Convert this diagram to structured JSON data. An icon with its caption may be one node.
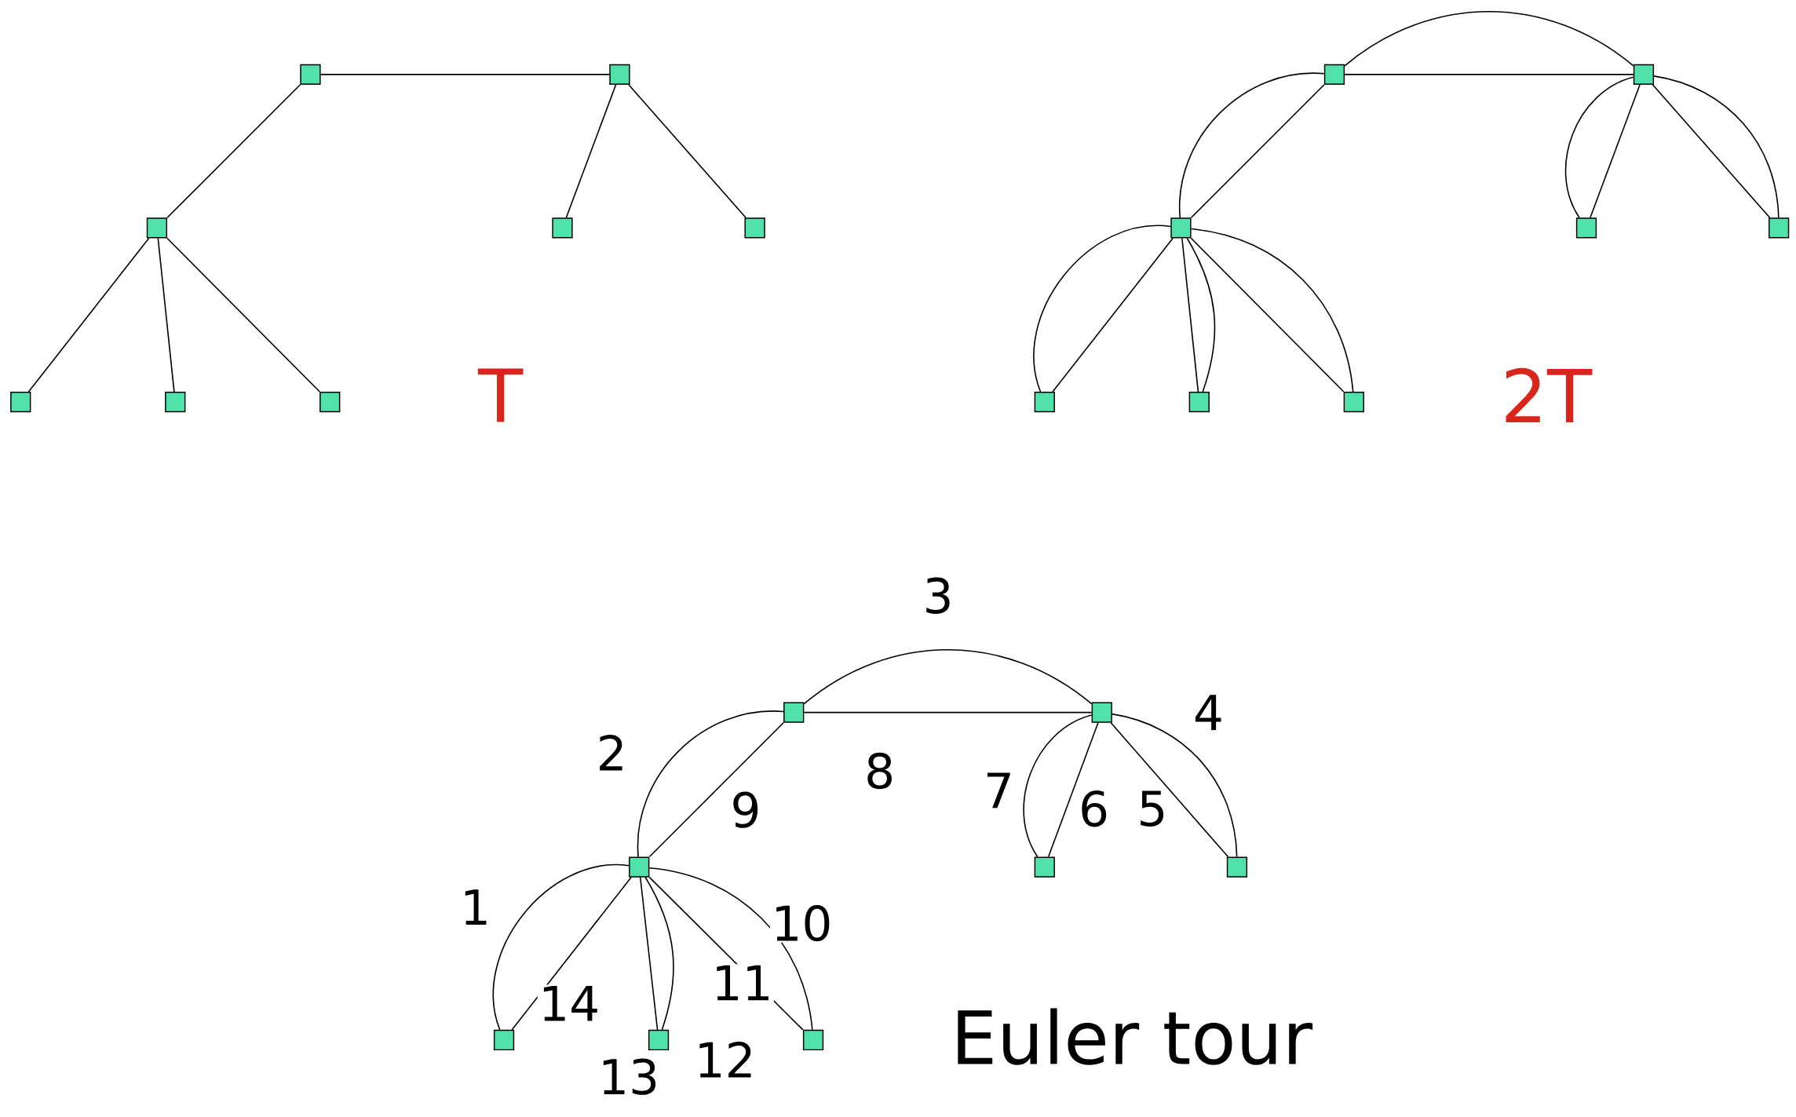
{
  "diagram": {
    "nodes": [
      {
        "text": [],
        "shape": "box"
      },
      {
        "text": [],
        "shape": "box"
      },
      {
        "text": [],
        "shape": "box"
      },
      {
        "text": [],
        "shape": "box"
      },
      {
        "text": [],
        "shape": "box"
      },
      {
        "text": [],
        "shape": "box"
      },
      {
        "text": [],
        "shape": "box"
      },
      {
        "text": [],
        "shape": "box"
      },
      {
        "text": [],
        "shape": "box"
      },
      {
        "text": [],
        "shape": "box"
      },
      {
        "text": [],
        "shape": "box"
      },
      {
        "text": [],
        "shape": "box"
      },
      {
        "text": [],
        "shape": "box"
      },
      {
        "text": [],
        "shape": "box"
      },
      {
        "text": [],
        "shape": "box"
      },
      {
        "text": [],
        "shape": "box"
      },
      {
        "text": [],
        "shape": "box"
      },
      {
        "text": [],
        "shape": "box"
      },
      {
        "text": [],
        "shape": "box"
      },
      {
        "text": [],
        "shape": "box"
      },
      {
        "text": [],
        "shape": "box"
      },
      {
        "text": [],
        "shape": "box"
      },
      {
        "text": [],
        "shape": "box"
      },
      {
        "text": [],
        "shape": "box"
      }
    ],
    "edges": [
      {
        "from": 0,
        "to": 1,
        "arrow": "none"
      },
      {
        "from": 0,
        "to": 2,
        "arrow": "none"
      },
      {
        "from": 1,
        "to": 3,
        "arrow": "none"
      },
      {
        "from": 1,
        "to": 4,
        "arrow": "none"
      },
      {
        "from": 2,
        "to": 5,
        "arrow": "none"
      },
      {
        "from": 2,
        "to": 6,
        "arrow": "none"
      },
      {
        "from": 2,
        "to": 7,
        "arrow": "none"
      },
      {
        "from": 8,
        "to": 9,
        "arrow": "none"
      },
      {
        "from": 8,
        "to": 9,
        "arrow": "none"
      },
      {
        "from": 8,
        "to": 10,
        "arrow": "none"
      },
      {
        "from": 8,
        "to": 10,
        "arrow": "none"
      },
      {
        "from": 9,
        "to": 11,
        "arrow": "none"
      },
      {
        "from": 9,
        "to": 11,
        "arrow": "none"
      },
      {
        "from": 9,
        "to": 12,
        "arrow": "none"
      },
      {
        "from": 9,
        "to": 12,
        "arrow": "none"
      },
      {
        "from": 10,
        "to": 13,
        "arrow": "none"
      },
      {
        "from": 10,
        "to": 13,
        "arrow": "none"
      },
      {
        "from": 10,
        "to": 14,
        "arrow": "none"
      },
      {
        "from": 10,
        "to": 14,
        "arrow": "none"
      },
      {
        "from": 10,
        "to": 15,
        "arrow": "none"
      },
      {
        "from": 10,
        "to": 15,
        "arrow": "none"
      },
      {
        "from": 16,
        "to": 17,
        "arrow": "none",
        "label": "8"
      },
      {
        "from": 16,
        "to": 17,
        "arrow": "none",
        "label": "3"
      },
      {
        "from": 16,
        "to": 18,
        "arrow": "none",
        "label": "9"
      },
      {
        "from": 16,
        "to": 18,
        "arrow": "none",
        "label": "2"
      },
      {
        "from": 17,
        "to": 19,
        "arrow": "none",
        "label": "6"
      },
      {
        "from": 17,
        "to": 19,
        "arrow": "none",
        "label": "7"
      },
      {
        "from": 17,
        "to": 20,
        "arrow": "none",
        "label": "5"
      },
      {
        "from": 17,
        "to": 20,
        "arrow": "none",
        "label": "4"
      },
      {
        "from": 18,
        "to": 21,
        "arrow": "none",
        "label": "14"
      },
      {
        "from": 18,
        "to": 21,
        "arrow": "none",
        "label": "1"
      },
      {
        "from": 18,
        "to": 22,
        "arrow": "none",
        "label": "13"
      },
      {
        "from": 18,
        "to": 22,
        "arrow": "none",
        "label": "12"
      },
      {
        "from": 18,
        "to": 23,
        "arrow": "none",
        "label": "11"
      },
      {
        "from": 18,
        "to": 23,
        "arrow": "none",
        "label": "10"
      }
    ],
    "labels": [
      "T",
      "2T",
      "Euler tour"
    ]
  }
}
